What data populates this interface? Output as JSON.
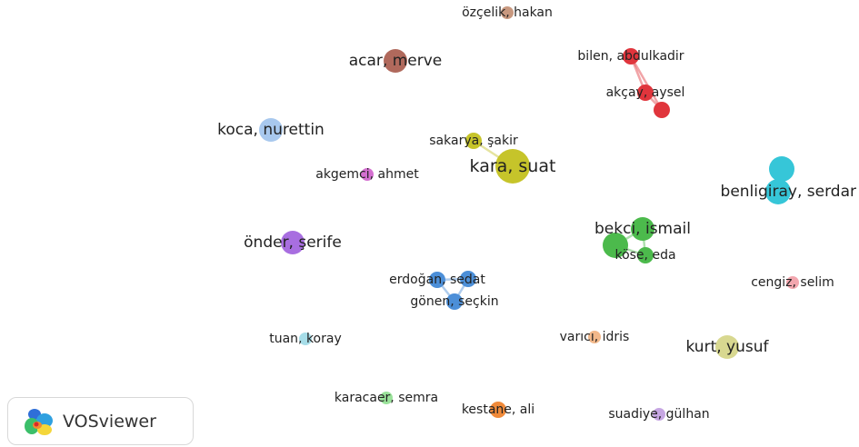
{
  "app": {
    "brand": "VOSviewer"
  },
  "network": {
    "nodes": [
      {
        "id": "ozcelik",
        "label": "özçelik, hakan",
        "color": "#c8987f",
        "weight": 2
      },
      {
        "id": "acar",
        "label": "acar, merve",
        "color": "#b0695c",
        "weight": 5
      },
      {
        "id": "bilen",
        "label": "bilen, abdulkadir",
        "color": "#e0353c",
        "weight": 3
      },
      {
        "id": "akcay",
        "label": "akçay, aysel",
        "color": "#e0353c",
        "weight": 3
      },
      {
        "id": "red3",
        "label": "",
        "color": "#e0353c",
        "weight": 3
      },
      {
        "id": "koca",
        "label": "koca, nurettin",
        "color": "#a8c8ee",
        "weight": 5
      },
      {
        "id": "sakarya",
        "label": "sakarya, şakir",
        "color": "#c6c42a",
        "weight": 3
      },
      {
        "id": "kara",
        "label": "kara, suat",
        "color": "#c6c42a",
        "weight": 8
      },
      {
        "id": "akgemci",
        "label": "akgemci, ahmet",
        "color": "#d46fd0",
        "weight": 2
      },
      {
        "id": "benligiray",
        "label": "benligiray, serdar",
        "color": "#36c6d8",
        "weight": 6
      },
      {
        "id": "cyan2",
        "label": "",
        "color": "#36c6d8",
        "weight": 6
      },
      {
        "id": "bekci",
        "label": "bekci, ismail",
        "color": "#4cba4c",
        "weight": 5
      },
      {
        "id": "kose",
        "label": "köse, eda",
        "color": "#4cba4c",
        "weight": 3
      },
      {
        "id": "green3",
        "label": "",
        "color": "#4cba4c",
        "weight": 6
      },
      {
        "id": "onder",
        "label": "önder, şerife",
        "color": "#a86ee0",
        "weight": 5
      },
      {
        "id": "erdogan",
        "label": "erdoğan, sedat",
        "color": "#4c8fd8",
        "weight": 3
      },
      {
        "id": "blue2",
        "label": "",
        "color": "#4c8fd8",
        "weight": 3
      },
      {
        "id": "gonen",
        "label": "gönen, seçkin",
        "color": "#4c8fd8",
        "weight": 3
      },
      {
        "id": "cengiz",
        "label": "cengiz, selim",
        "color": "#f2a6ae",
        "weight": 2
      },
      {
        "id": "tuan",
        "label": "tuan, koray",
        "color": "#a6dde8",
        "weight": 2
      },
      {
        "id": "varici",
        "label": "varıcı, idris",
        "color": "#f2b88a",
        "weight": 2
      },
      {
        "id": "kurt",
        "label": "kurt, yusuf",
        "color": "#d8d890",
        "weight": 5
      },
      {
        "id": "karacaer",
        "label": "karacaer, semra",
        "color": "#9ae29a",
        "weight": 2
      },
      {
        "id": "kestane",
        "label": "kestane, ali",
        "color": "#f08a3a",
        "weight": 3
      },
      {
        "id": "suadiye",
        "label": "suadiye, gülhan",
        "color": "#c6a6e2",
        "weight": 2
      }
    ],
    "links": [
      [
        "bilen",
        "akcay"
      ],
      [
        "bilen",
        "red3"
      ],
      [
        "akcay",
        "red3"
      ],
      [
        "sakarya",
        "kara"
      ],
      [
        "benligiray",
        "cyan2"
      ],
      [
        "bekci",
        "kose"
      ],
      [
        "bekci",
        "green3"
      ],
      [
        "kose",
        "green3"
      ],
      [
        "erdogan",
        "blue2"
      ],
      [
        "erdogan",
        "gonen"
      ],
      [
        "blue2",
        "gonen"
      ]
    ]
  }
}
